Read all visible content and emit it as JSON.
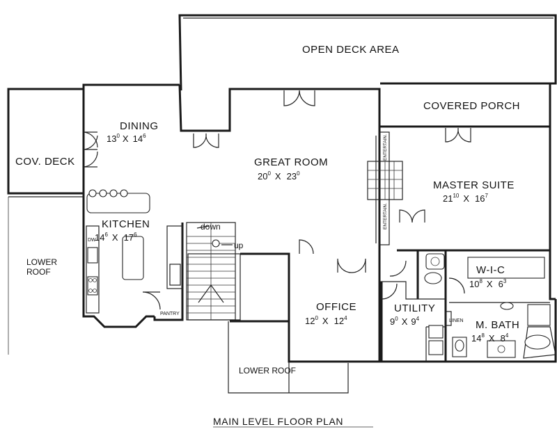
{
  "rooms": {
    "open_deck": {
      "name": "OPEN DECK AREA"
    },
    "covered_porch": {
      "name": "COVERED PORCH"
    },
    "dining": {
      "name": "DINING",
      "w": "13",
      "w_in": "0",
      "x": "X",
      "d": "14",
      "d_in": "6"
    },
    "great_room": {
      "name": "GREAT ROOM",
      "w": "20",
      "w_in": "0",
      "x": "X",
      "d": "23",
      "d_in": "0"
    },
    "cov_deck": {
      "name": "COV. DECK"
    },
    "master_suite": {
      "name": "MASTER SUITE",
      "w": "21",
      "w_in": "10",
      "x": "X",
      "d": "16",
      "d_in": "7"
    },
    "kitchen": {
      "name": "KITCHEN",
      "w": "14",
      "w_in": "6",
      "x": "X",
      "d": "17",
      "d_in": "6"
    },
    "lower_roof_left": {
      "line1": "LOWER",
      "line2": "ROOF"
    },
    "office": {
      "name": "OFFICE",
      "w": "12",
      "w_in": "0",
      "x": "X",
      "d": "12",
      "d_in": "4"
    },
    "utility": {
      "name": "UTILITY",
      "w": "9",
      "w_in": "0",
      "x": "X",
      "d": "9",
      "d_in": "4"
    },
    "wic": {
      "name": "W-I-C",
      "w": "10",
      "w_in": "8",
      "x": "X",
      "d": "6",
      "d_in": "3"
    },
    "m_bath": {
      "name": "M. BATH",
      "w": "14",
      "w_in": "8",
      "x": "X",
      "d": "8",
      "d_in": "4"
    },
    "lower_roof_bottom": {
      "name": "LOWER ROOF"
    },
    "pantry": {
      "name": "PANTRY"
    },
    "linen": {
      "name": "LINEN"
    }
  },
  "annotations": {
    "down": "down",
    "up": "up",
    "entertain": "ENTERTAIN.",
    "dw": "DW"
  },
  "caption": "MAIN LEVEL FLOOR PLAN"
}
